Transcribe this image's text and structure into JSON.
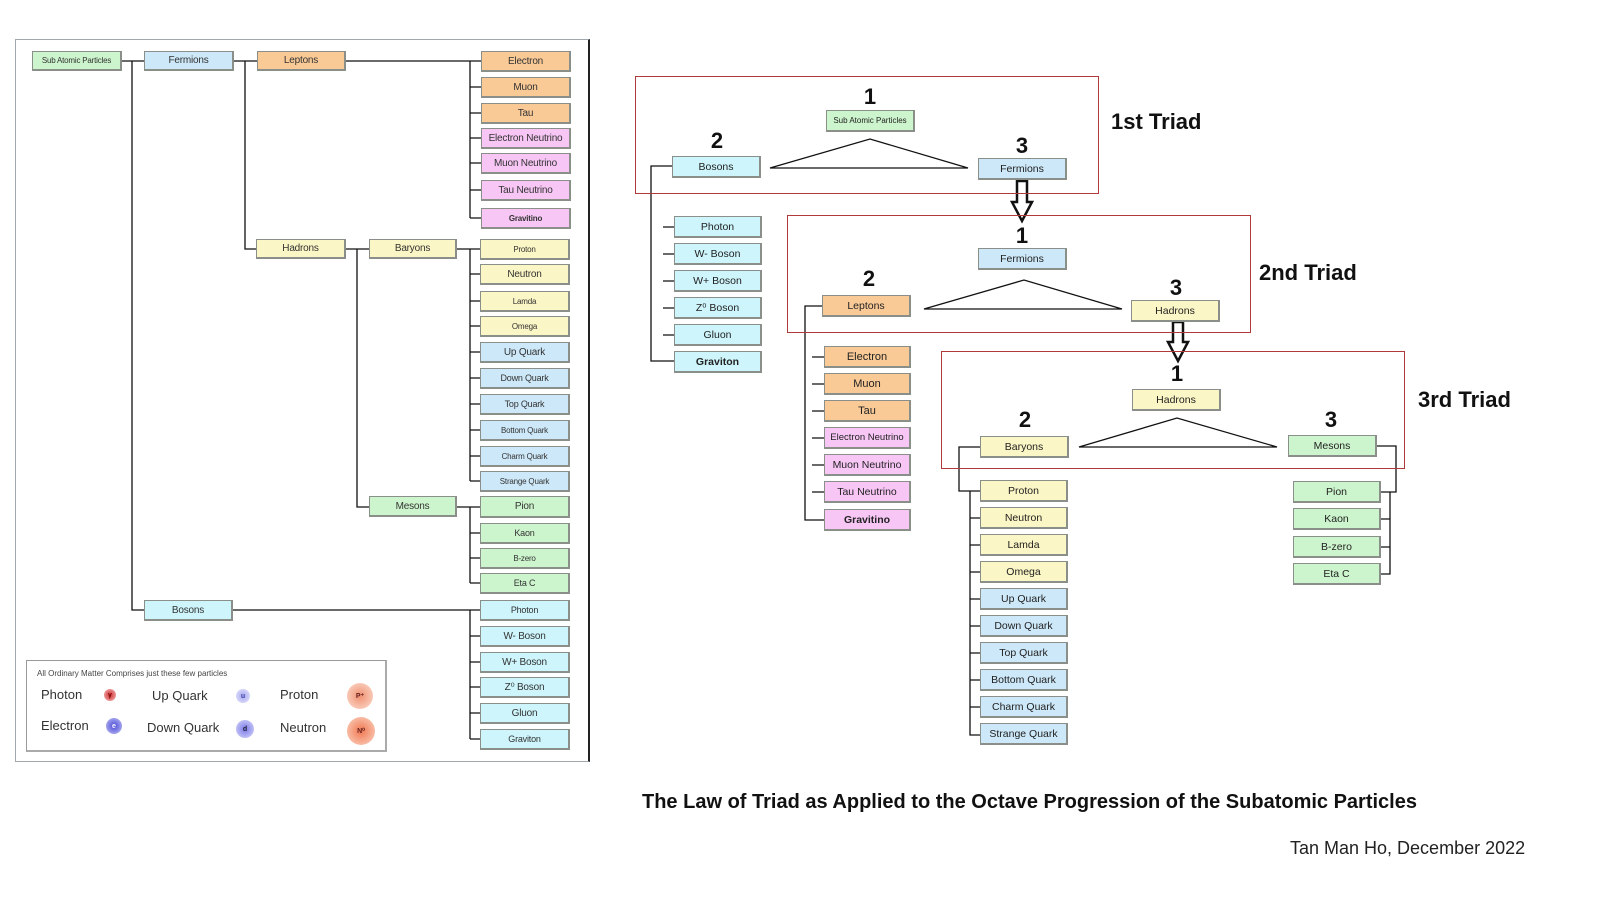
{
  "left_diagram": {
    "root": "Sub Atomic Particles",
    "fermions": "Fermions",
    "leptons": "Leptons",
    "hadrons": "Hadrons",
    "baryons": "Baryons",
    "mesons": "Mesons",
    "bosons": "Bosons",
    "lepton_items": [
      "Electron",
      "Muon",
      "Tau",
      "Electron Neutrino",
      "Muon Neutrino",
      "Tau Neutrino",
      "Gravitino"
    ],
    "baryon_items": [
      "Proton",
      "Neutron",
      "Lamda",
      "Omega",
      "Up Quark",
      "Down Quark",
      "Top Quark",
      "Bottom Quark",
      "Charm Quark",
      "Strange Quark"
    ],
    "meson_items": [
      "Pion",
      "Kaon",
      "B-zero",
      "Eta C"
    ],
    "boson_items": [
      "Photon",
      "W- Boson",
      "W+ Boson",
      "Z⁰ Boson",
      "Gluon",
      "Graviton"
    ]
  },
  "legend": {
    "title": "All Ordinary Matter Comprises just these few particles",
    "items": [
      {
        "label": "Photon",
        "symbol": "γ",
        "color": "#d03030"
      },
      {
        "label": "Up Quark",
        "symbol": "u",
        "color": "#8a8ae8"
      },
      {
        "label": "Proton",
        "symbol": "P⁺",
        "color": "#f09070"
      },
      {
        "label": "Electron",
        "symbol": "e",
        "color": "#5a5ae0"
      },
      {
        "label": "Down Quark",
        "symbol": "d",
        "color": "#7a7ae8"
      },
      {
        "label": "Neutron",
        "symbol": "N⁰",
        "color": "#f08060"
      }
    ]
  },
  "triads": [
    {
      "label": "1st Triad",
      "numbers": [
        "1",
        "2",
        "3"
      ],
      "apex": "Sub Atomic Particles",
      "left": "Bosons",
      "right": "Fermions",
      "left_children": [
        "Photon",
        "W- Boson",
        "W+ Boson",
        "Z⁰ Boson",
        "Gluon",
        "Graviton"
      ]
    },
    {
      "label": "2nd Triad",
      "numbers": [
        "1",
        "2",
        "3"
      ],
      "apex": "Fermions",
      "left": "Leptons",
      "right": "Hadrons",
      "left_children": [
        "Electron",
        "Muon",
        "Tau",
        "Electron Neutrino",
        "Muon Neutrino",
        "Tau Neutrino",
        "Gravitino"
      ]
    },
    {
      "label": "3rd Triad",
      "numbers": [
        "1",
        "2",
        "3"
      ],
      "apex": "Hadrons",
      "left": "Baryons",
      "right": "Mesons",
      "left_children": [
        "Proton",
        "Neutron",
        "Lamda",
        "Omega",
        "Up Quark",
        "Down Quark",
        "Top Quark",
        "Bottom Quark",
        "Charm Quark",
        "Strange Quark"
      ],
      "right_children": [
        "Pion",
        "Kaon",
        "B-zero",
        "Eta C"
      ]
    }
  ],
  "caption": {
    "title": "The Law of Triad as Applied to the Octave Progression of the Subatomic Particles",
    "author": "Tan Man Ho, December 2022"
  }
}
